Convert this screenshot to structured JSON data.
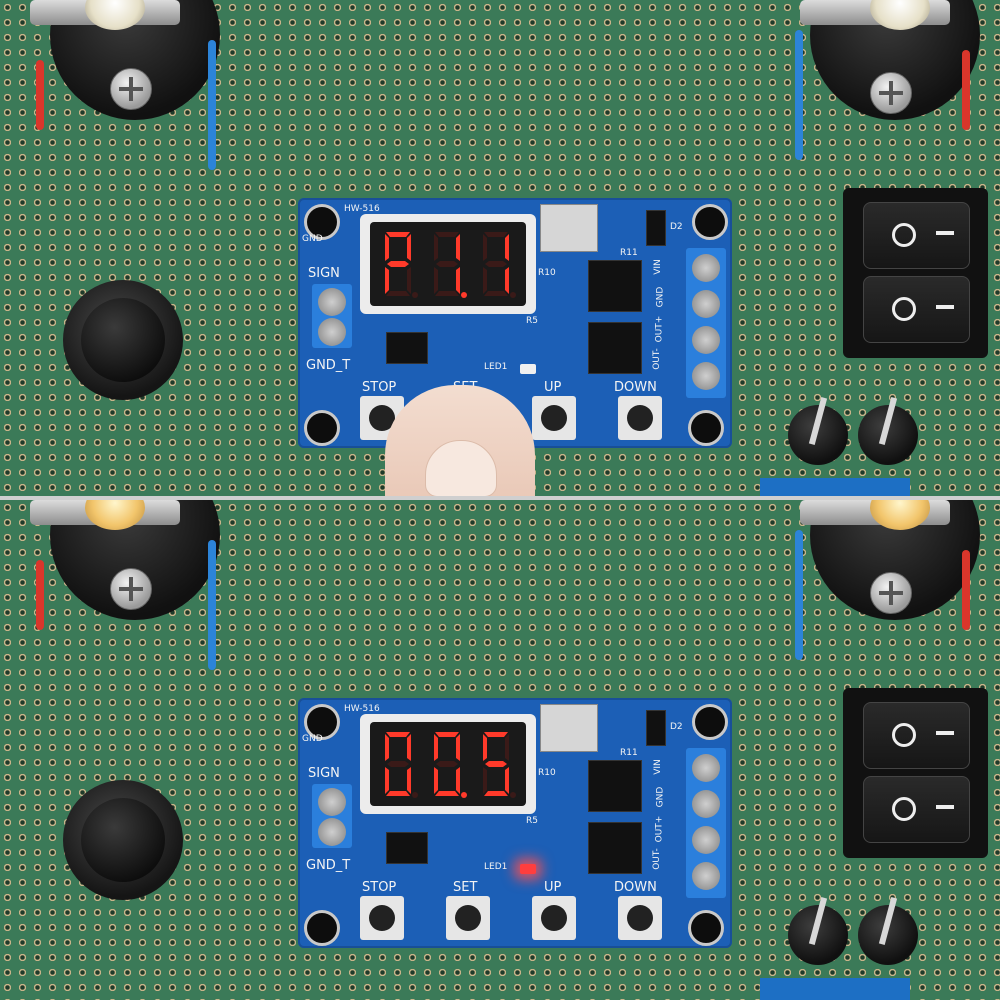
{
  "frames": [
    {
      "id": "top",
      "display_digits": [
        "P",
        "1.",
        "1"
      ],
      "led1_lit": false,
      "finger_pressing_set": true
    },
    {
      "id": "bottom",
      "display_digits": [
        "0",
        "0.",
        "5"
      ],
      "led1_lit": true,
      "finger_pressing_set": false
    }
  ],
  "board": {
    "model": "HW-516",
    "labels": {
      "gnd": "GND",
      "sign": "SIGN",
      "gnd_t": "GND_T",
      "stop": "STOP",
      "set": "SET",
      "up": "UP",
      "down": "DOWN",
      "led1": "LED1",
      "r10": "R10",
      "r11": "R11",
      "r5": "R5",
      "d2": "D2",
      "vin": "VIN",
      "gnd_out": "GND",
      "out_plus": "OUT+",
      "out_minus": "OUT-"
    }
  },
  "colors": {
    "perfboard": "#3b7a58",
    "pcb": "#1c5fb6",
    "segment_on": "#ff3a2a",
    "segment_off": "#3a1a18"
  }
}
